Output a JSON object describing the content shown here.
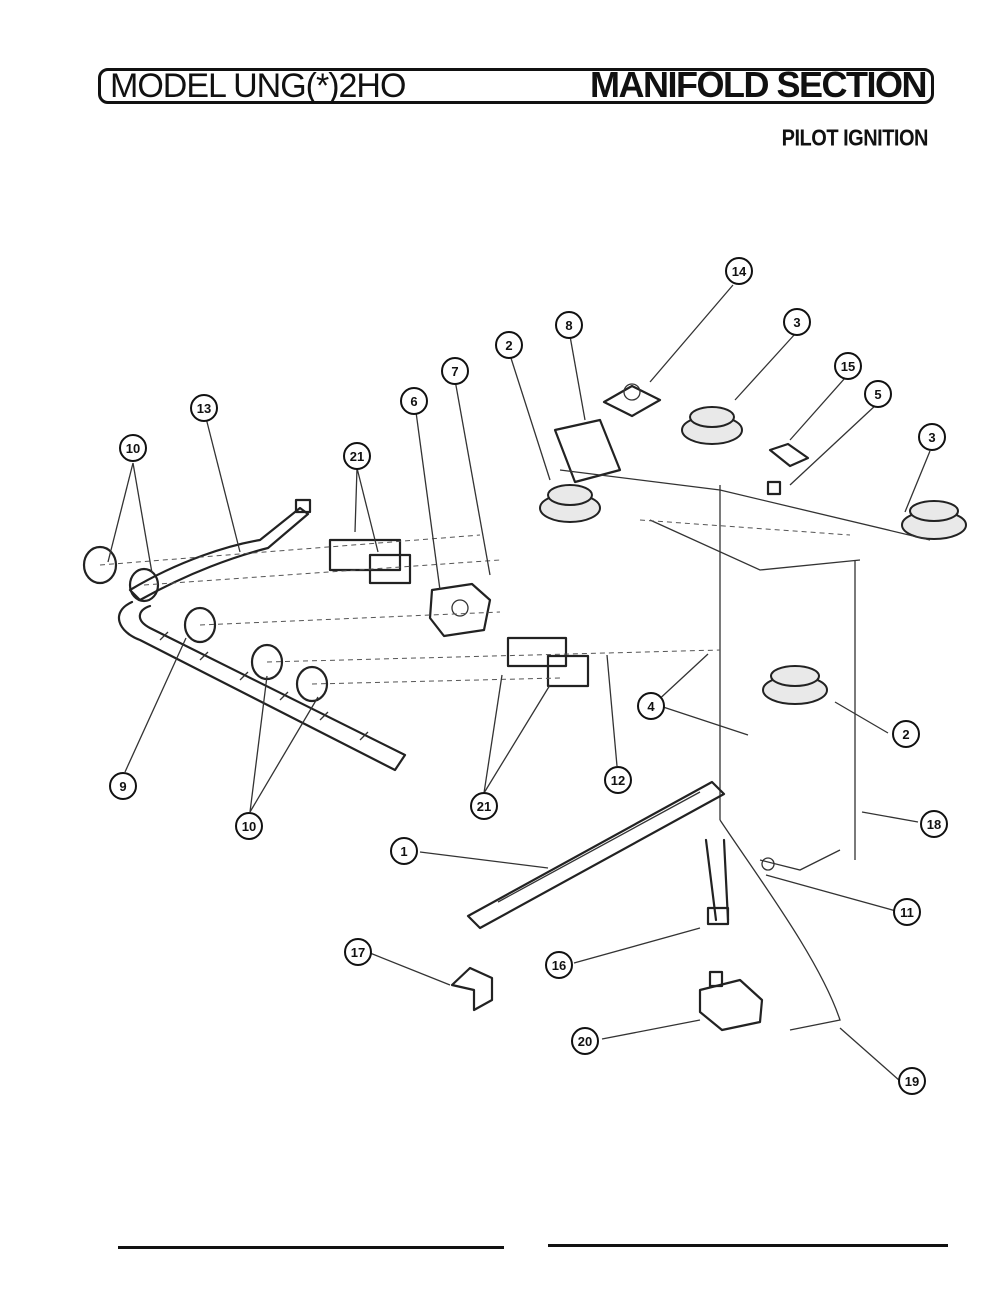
{
  "header": {
    "model_label": "MODEL UNG(*)2HO",
    "section_title": "MANIFOLD SECTION",
    "subtitle": "PILOT IGNITION"
  },
  "callouts": [
    {
      "id": "c14a",
      "number": "14"
    },
    {
      "id": "c8",
      "number": "8"
    },
    {
      "id": "c3a",
      "number": "3"
    },
    {
      "id": "c2a",
      "number": "2"
    },
    {
      "id": "c7",
      "number": "7"
    },
    {
      "id": "c15",
      "number": "15"
    },
    {
      "id": "c5",
      "number": "5"
    },
    {
      "id": "c6",
      "number": "6"
    },
    {
      "id": "c13",
      "number": "13"
    },
    {
      "id": "c3b",
      "number": "3"
    },
    {
      "id": "c10a",
      "number": "10"
    },
    {
      "id": "c21a",
      "number": "21"
    },
    {
      "id": "c4",
      "number": "4"
    },
    {
      "id": "c2b",
      "number": "2"
    },
    {
      "id": "c9",
      "number": "9"
    },
    {
      "id": "c21b",
      "number": "21"
    },
    {
      "id": "c12",
      "number": "12"
    },
    {
      "id": "c10b",
      "number": "10"
    },
    {
      "id": "c18",
      "number": "18"
    },
    {
      "id": "c1",
      "number": "1"
    },
    {
      "id": "c11",
      "number": "11"
    },
    {
      "id": "c17",
      "number": "17"
    },
    {
      "id": "c16",
      "number": "16"
    },
    {
      "id": "c20",
      "number": "20"
    },
    {
      "id": "c19",
      "number": "19"
    }
  ]
}
